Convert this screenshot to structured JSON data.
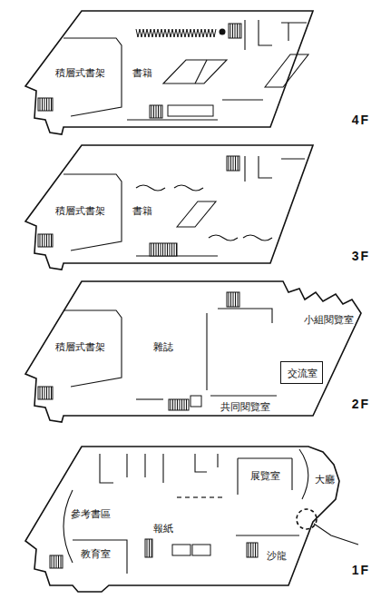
{
  "diagram": {
    "nodes": [
      {
        "text": [
          "4F"
        ]
      },
      {
        "text": [
          "積層式書架"
        ],
        "in": 0
      },
      {
        "text": [
          "書籍"
        ],
        "in": 0
      },
      {
        "text": [
          "3F"
        ]
      },
      {
        "text": [
          "積層式書架"
        ],
        "in": 3
      },
      {
        "text": [
          "書籍"
        ],
        "in": 3
      },
      {
        "text": [
          "2F"
        ]
      },
      {
        "text": [
          "積層式書架"
        ],
        "in": 6
      },
      {
        "text": [
          "雜誌"
        ],
        "in": 6
      },
      {
        "text": [
          "小組閱覽室"
        ],
        "in": 6
      },
      {
        "text": [
          "交流室"
        ],
        "in": 6
      },
      {
        "text": [
          "共同閱覽室"
        ],
        "in": 6
      },
      {
        "text": [
          "1F"
        ]
      },
      {
        "text": [
          "參考書區"
        ],
        "in": 12
      },
      {
        "text": [
          "報紙"
        ],
        "in": 12
      },
      {
        "text": [
          "展覽室"
        ],
        "in": 12
      },
      {
        "text": [
          "大廳"
        ],
        "in": 12
      },
      {
        "text": [
          "教育室"
        ],
        "in": 12
      },
      {
        "text": [
          "沙龍"
        ],
        "in": 12
      }
    ]
  }
}
